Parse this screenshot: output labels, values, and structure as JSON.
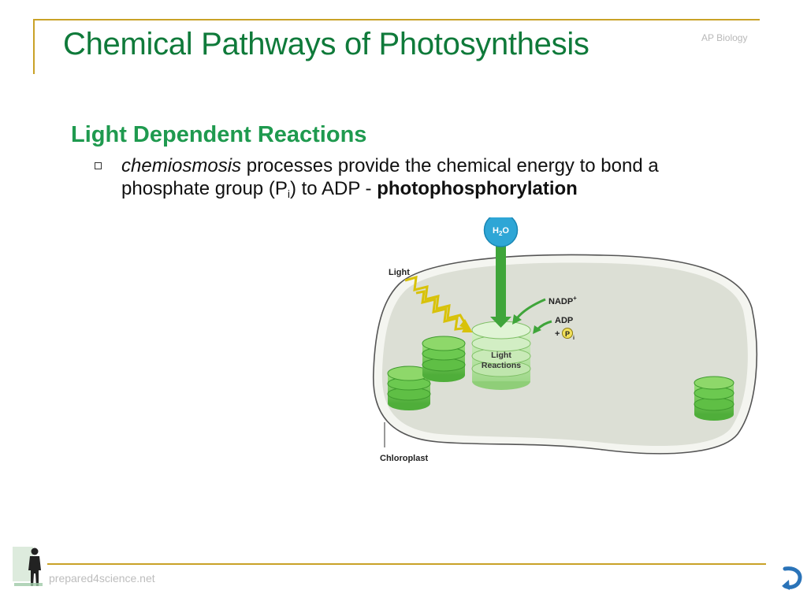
{
  "slide": {
    "title": "Chemical Pathways of Photosynthesis",
    "course": "AP Biology",
    "heading": "Light Dependent Reactions",
    "bullet": {
      "italic_term": "chemiosmosis",
      "text1": " processes provide the chemical energy to bond a phosphate group (P",
      "subscript": "i",
      "text2": ") to ADP - ",
      "bold_term": "photophosphorylation"
    },
    "footer": "prepared4science.net"
  },
  "diagram": {
    "h2o_main": "H",
    "h2o_sub": "2",
    "h2o_end": "O",
    "light": "Light",
    "nadp_main": "NADP",
    "nadp_sup": "+",
    "adp": "ADP",
    "plus": "+",
    "p_circle": "P",
    "p_sub": "i",
    "reactions_line1": "Light",
    "reactions_line2": "Reactions",
    "chloroplast": "Chloroplast"
  },
  "colors": {
    "title": "#0f7a3a",
    "heading": "#1f9a4f",
    "accent_rule": "#c9a227",
    "chloroplast_fill": "#dcdfd5",
    "thylakoid": "#7ccf5c",
    "h2o_circle": "#2ea6d6"
  }
}
